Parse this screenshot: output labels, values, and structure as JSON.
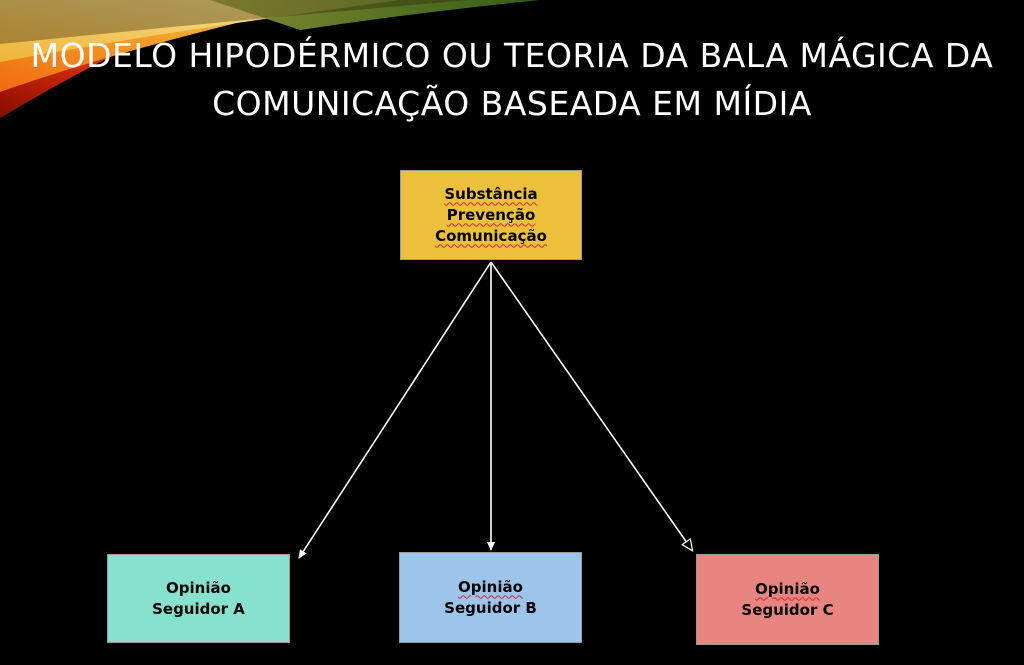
{
  "slide": {
    "title_line_1": "MODELO HIPODÉRMICO OU TEORIA DA BALA MÁGICA DA",
    "title_line_2": "COMUNICAÇÃO BASEADA EM MÍDIA"
  },
  "nodes": {
    "source": {
      "line_1": "Substância",
      "line_2": "Prevenção",
      "line_3": "Comunicação",
      "color": "#ECC03A"
    },
    "follower_a": {
      "line_1": "Opinião",
      "line_2": "Seguidor A",
      "color": "#86E1CF"
    },
    "follower_b": {
      "line_1": "Opinião",
      "line_2": "Seguidor B",
      "color": "#9DC5EB"
    },
    "follower_c": {
      "line_1": "Opinião",
      "line_2": "Seguidor C",
      "color": "#E98580"
    }
  },
  "colors": {
    "background": "#000000",
    "title_text": "#FFFFFF",
    "arrow": "#FFFFFF"
  }
}
